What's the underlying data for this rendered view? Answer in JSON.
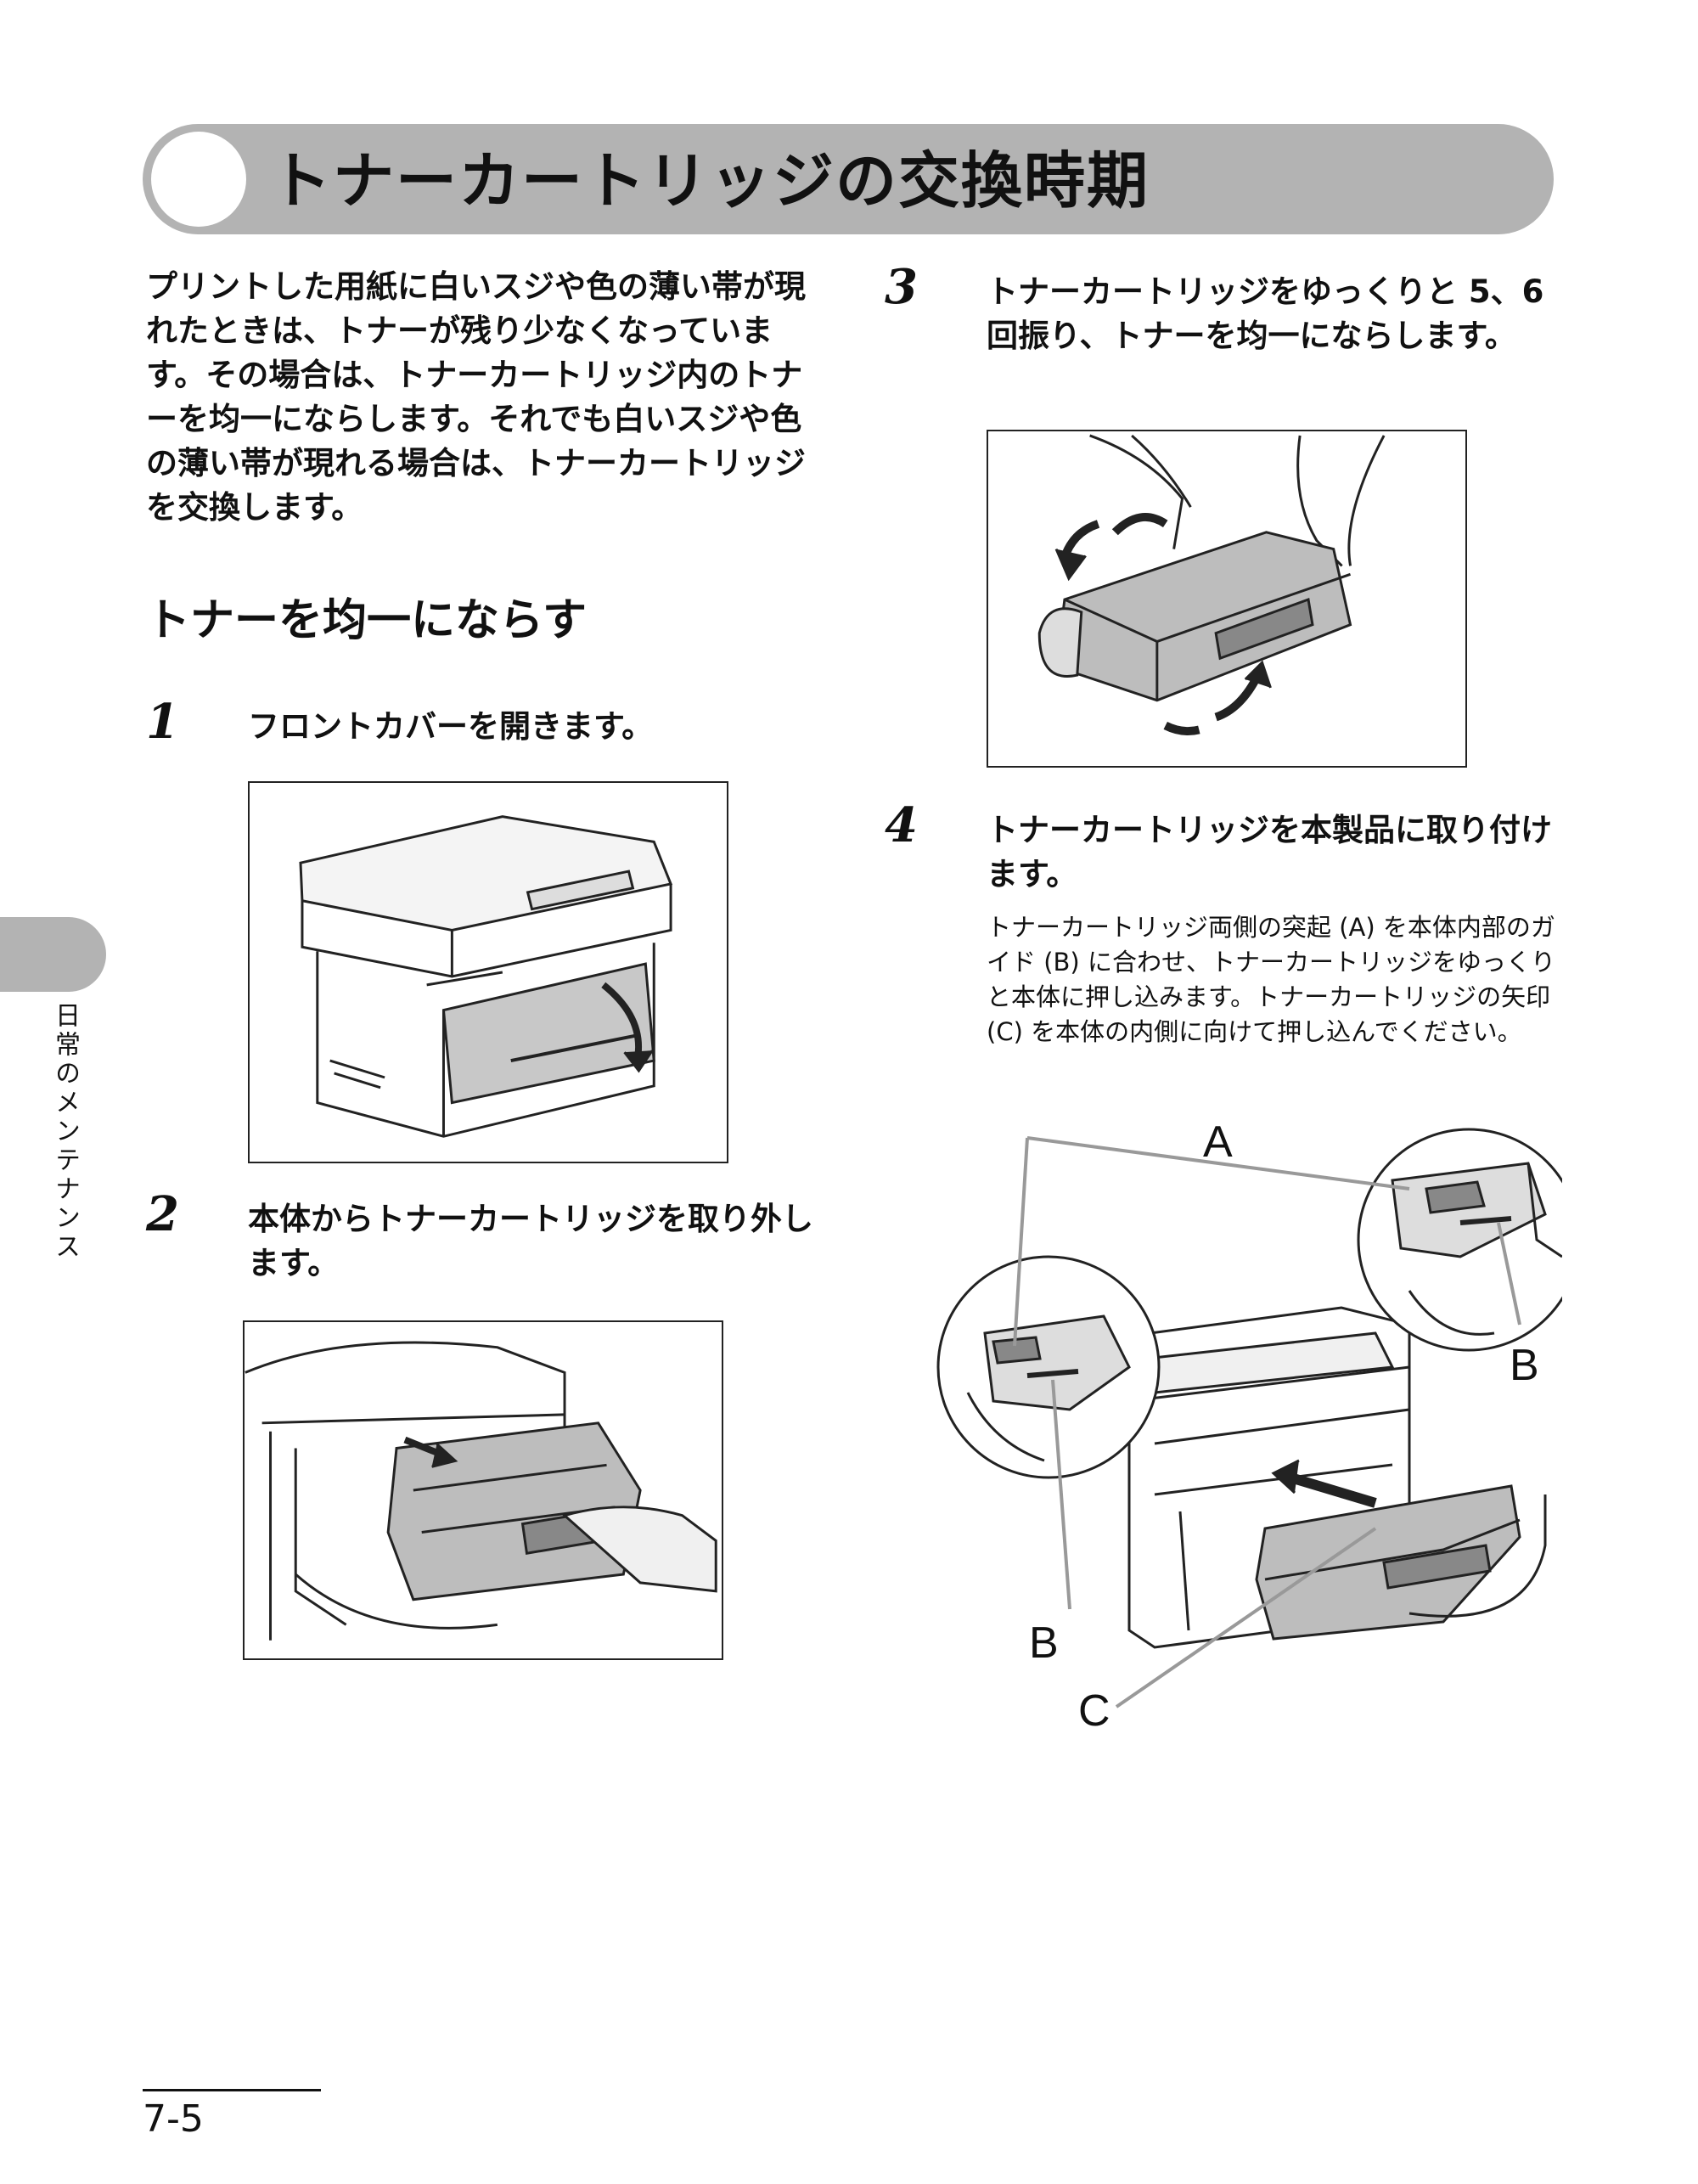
{
  "header": {
    "title": "トナーカートリッジの交換時期"
  },
  "intro": "プリントした用紙に白いスジや色の薄い帯が現れたときは、トナーが残り少なくなっています。その場合は、トナーカートリッジ内のトナーを均一にならします。それでも白いスジや色の薄い帯が現れる場合は、トナーカートリッジを交換します。",
  "section": {
    "heading": "トナーを均一にならす"
  },
  "steps": [
    {
      "num": "1",
      "text": "フロントカバーを開きます。",
      "sub": ""
    },
    {
      "num": "2",
      "text": "本体からトナーカートリッジを取り外します。",
      "sub": ""
    },
    {
      "num": "3",
      "text": "トナーカートリッジをゆっくりと 5、6 回振り、トナーを均一にならします。",
      "sub": ""
    },
    {
      "num": "4",
      "text": "トナーカートリッジを本製品に取り付けます。",
      "sub": "トナーカートリッジ両側の突起 (A) を本体内部のガイド (B) に合わせ、トナーカートリッジをゆっくりと本体に押し込みます。トナーカートリッジの矢印 (C) を本体の内側に向けて押し込んでください。"
    }
  ],
  "callouts": {
    "a": "A",
    "b_right": "B",
    "b_left": "B",
    "c": "C"
  },
  "sidebar": {
    "chapter": "日常のメンテナンス"
  },
  "footer": {
    "page": "7-5"
  }
}
